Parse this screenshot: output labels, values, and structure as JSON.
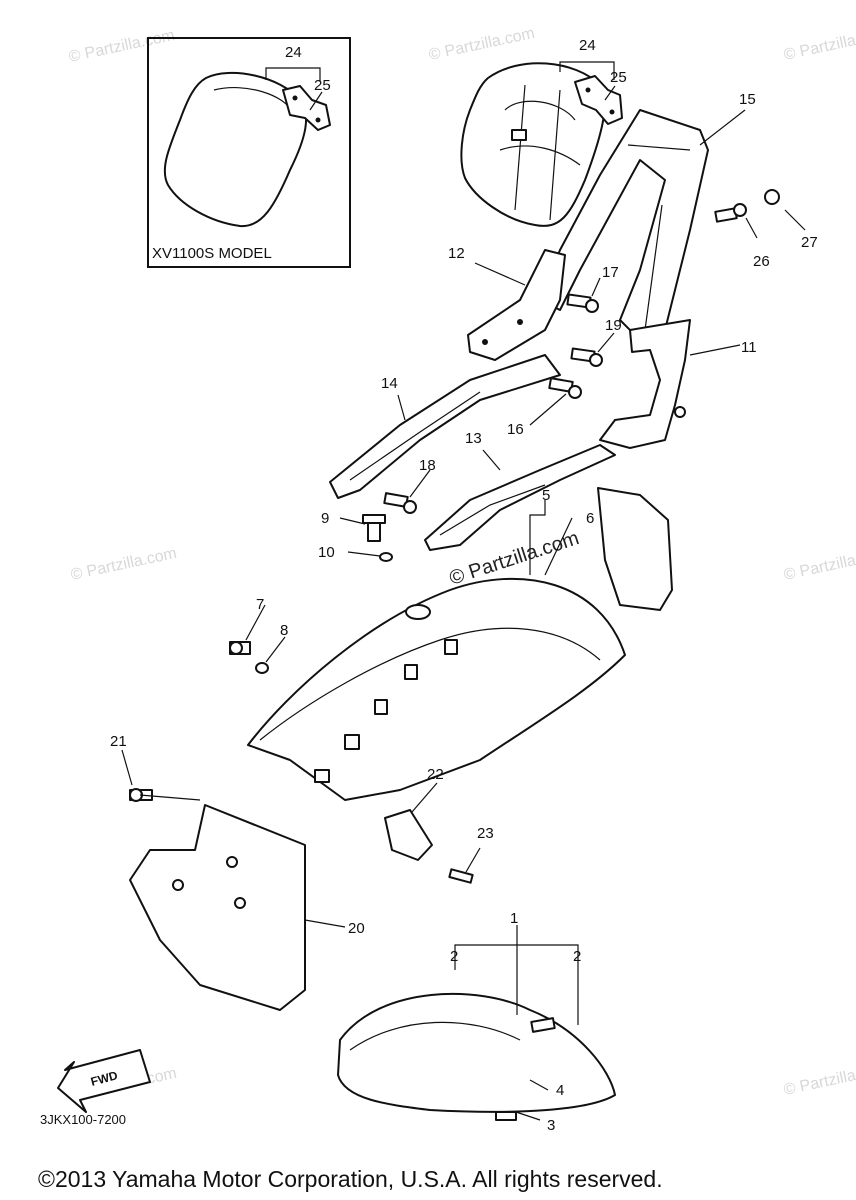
{
  "inset": {
    "label": "XV1100S MODEL"
  },
  "diagram_code": "3JKX100-7200",
  "copyright": "©2013 Yamaha Motor Corporation, U.S.A. All rights reserved.",
  "watermark": "© Partzilla.com",
  "fwd_arrow": "FWD",
  "callouts": {
    "c1": "1",
    "c2a": "2",
    "c2b": "2",
    "c3": "3",
    "c4": "4",
    "c5": "5",
    "c6": "6",
    "c7": "7",
    "c8": "8",
    "c9": "9",
    "c10": "10",
    "c11": "11",
    "c12": "12",
    "c13": "13",
    "c14": "14",
    "c15": "15",
    "c16": "16",
    "c17": "17",
    "c18": "18",
    "c19": "19",
    "c20": "20",
    "c21": "21",
    "c22": "22",
    "c23": "23",
    "c24a": "24",
    "c24b": "24",
    "c25a": "25",
    "c25b": "25",
    "c26": "26",
    "c27": "27"
  }
}
